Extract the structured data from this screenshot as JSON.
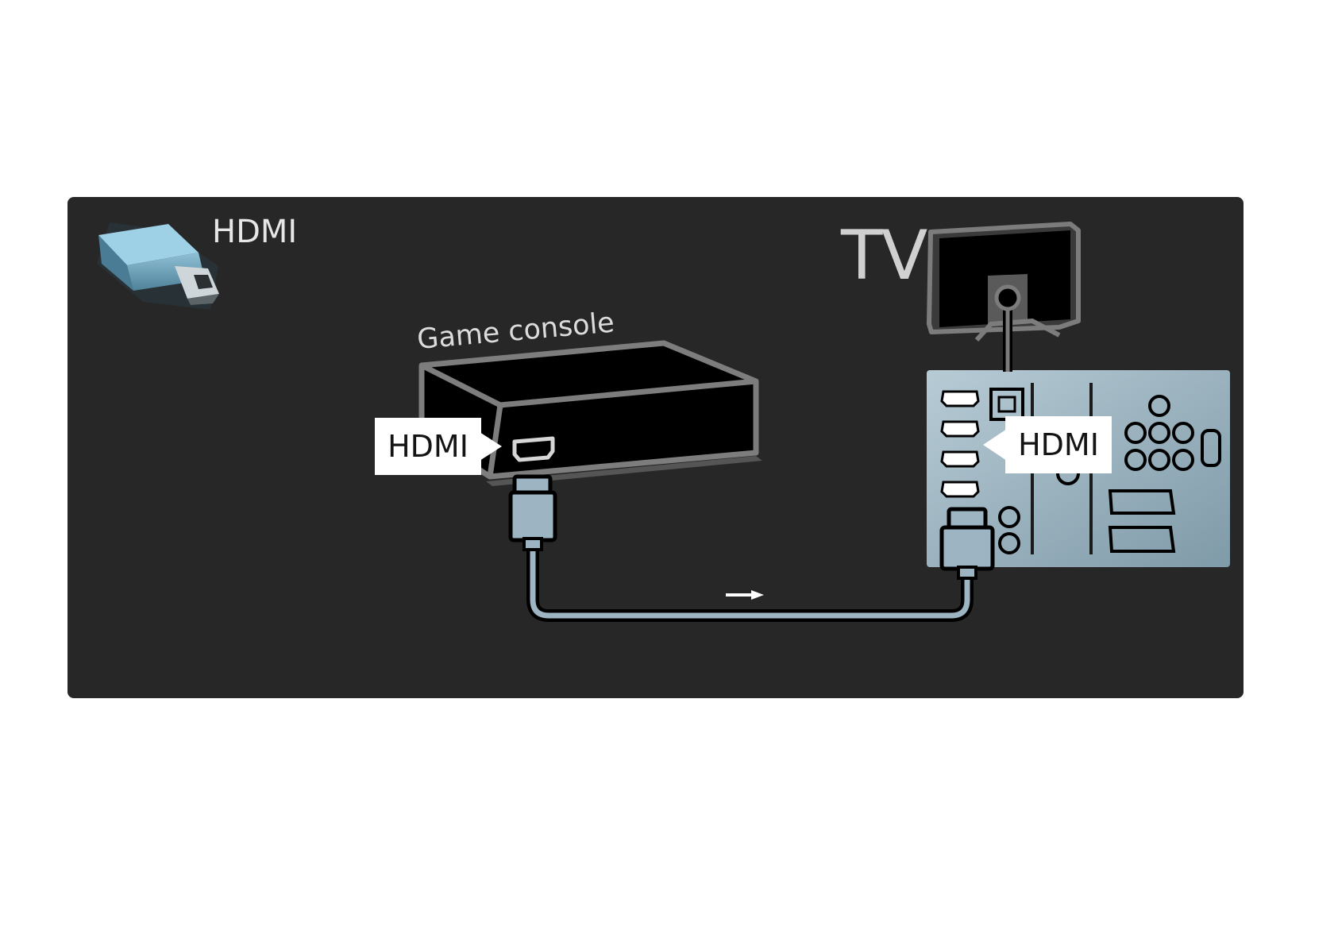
{
  "legend": {
    "connector_label": "HDMI",
    "connector_icon": "hdmi-plug-icon"
  },
  "devices": {
    "source": {
      "name": "Game console",
      "port_label": "HDMI"
    },
    "target": {
      "name": "TV",
      "port_label": "HDMI"
    }
  },
  "connection": {
    "cable": "HDMI",
    "direction": "source-to-target"
  },
  "colors": {
    "panel_background": "#272727",
    "connector_blue": "#9db4c2",
    "tv_panel": "#9fb7c4",
    "device_outline": "#7a7a7a"
  }
}
